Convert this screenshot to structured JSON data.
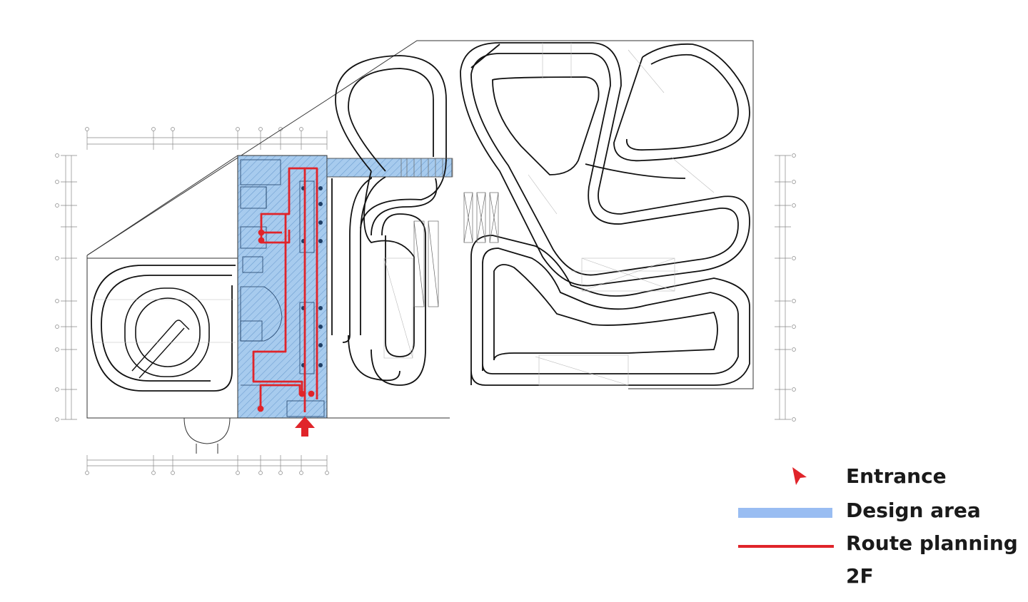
{
  "legend": {
    "entrance": "Entrance",
    "design_area": "Design area",
    "route_planning": "Route planning",
    "floor": "2F"
  },
  "colors": {
    "design_area": "#99bdf2",
    "route": "#e0242a",
    "entrance_marker": "#e0242a",
    "linework": "#1a1a1a"
  },
  "icons": {
    "entrance": "arrow-pointer-icon"
  }
}
